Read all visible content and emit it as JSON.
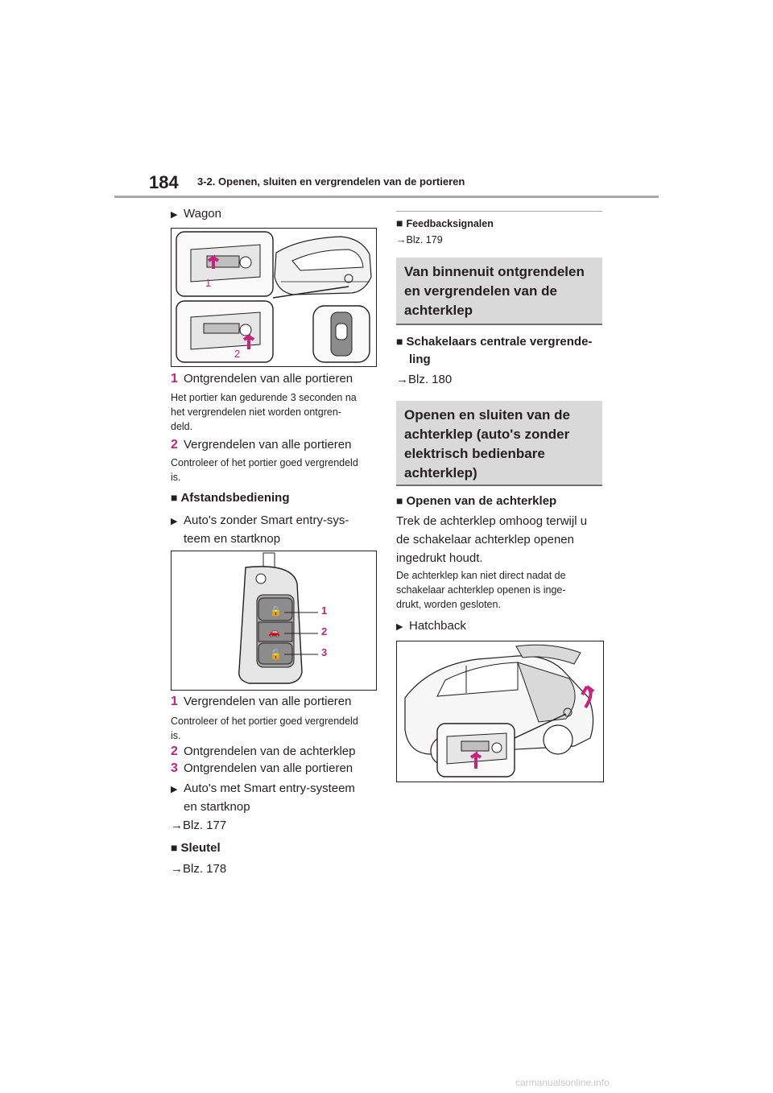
{
  "header": {
    "page_number": "184",
    "section": "3-2. Openen, sluiten en vergrendelen van de portieren"
  },
  "left": {
    "wagon_label": "Wagon",
    "fig1_labels": [
      "1",
      "2"
    ],
    "item1_num": "1",
    "item1_text": "Ontgrendelen van alle portieren",
    "item1_note": "Het portier kan gedurende 3 seconden na het vergrendelen niet worden ontgrendeld.",
    "item1_note_l1": "Het portier kan gedurende 3 seconden na",
    "item1_note_l2": "het vergrendelen niet worden ontgren-",
    "item1_note_l3": "deld.",
    "item2_num": "2",
    "item2_text": "Vergrendelen van alle portieren",
    "item2_note_l1": "Controleer of het portier goed vergrendeld",
    "item2_note_l2": "is.",
    "remote_heading": "Afstandsbediening",
    "no_smart_l1": "Auto's zonder Smart entry-sys-",
    "no_smart_l2": "teem en startknop",
    "fig2_labels": [
      "1",
      "2",
      "3"
    ],
    "r_item1_num": "1",
    "r_item1_text": "Vergrendelen van alle portieren",
    "r_item1_note_l1": "Controleer of het portier goed vergrendeld",
    "r_item1_note_l2": "is.",
    "r_item2_num": "2",
    "r_item2_text": "Ontgrendelen van de achterklep",
    "r_item3_num": "3",
    "r_item3_text": "Ontgrendelen van alle portieren",
    "smart_l1": "Auto's met Smart entry-systeem",
    "smart_l2": "en startknop",
    "ref_177": "Blz. 177",
    "key_heading": "Sleutel",
    "ref_178": "Blz. 178"
  },
  "right": {
    "feedback_heading": "Feedbacksignalen",
    "ref_179": "Blz. 179",
    "box1_l1": "Van binnenuit ontgrendelen",
    "box1_l2": "en vergrendelen van de",
    "box1_l3": "achterklep",
    "central_l1": "Schakelaars centrale vergrende-",
    "central_l2": "ling",
    "ref_180": "Blz. 180",
    "box2_l1": "Openen en sluiten van de",
    "box2_l2": "achterklep (auto's zonder",
    "box2_l3": "elektrisch bedienbare",
    "box2_l4": "achterklep)",
    "open_heading": "Openen van de achterklep",
    "open_l1": "Trek de achterklep omhoog terwijl u",
    "open_l2": "de schakelaar achterklep openen",
    "open_l3": "ingedrukt houdt.",
    "note_l1": "De achterklep kan niet direct nadat de",
    "note_l2": "schakelaar achterklep openen is inge-",
    "note_l3": "drukt, worden gesloten.",
    "hatchback_label": "Hatchback"
  },
  "glyphs": {
    "arrow": "▶",
    "square": "■",
    "ref_arrow": "→"
  },
  "colors": {
    "accent": "#c7237c",
    "box_bg": "#d9d9d9",
    "rule": "#a7a9ac"
  },
  "watermark": "carmanualsonline.info"
}
